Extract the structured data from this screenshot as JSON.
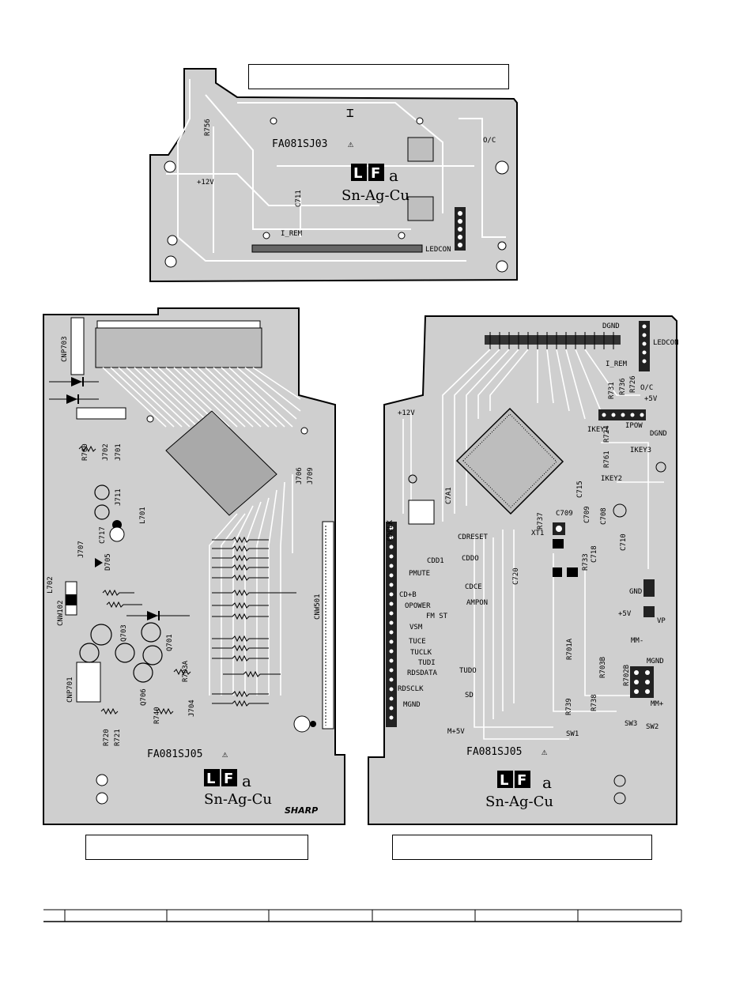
{
  "boards": {
    "top": {
      "part_code": "FA081SJ03",
      "lf_text": "LF",
      "lf_suffix": "a",
      "solder": "Sn-Ag-Cu",
      "labels": [
        "R756",
        "+12V",
        "C711",
        "I_REM",
        "LEDCON",
        "O/C"
      ]
    },
    "left": {
      "part_code": "FA081SJ05",
      "lf_text": "LF",
      "lf_suffix": "a",
      "solder": "Sn-Ag-Cu",
      "brand": "SHARP",
      "labels": [
        "CNP703",
        "R760",
        "J702",
        "J701",
        "J711",
        "L701",
        "C717",
        "J707",
        "D705",
        "L702",
        "CNW102",
        "Q703",
        "Q701",
        "R703A",
        "Q706",
        "CNP701",
        "R740",
        "J704",
        "R720",
        "R721",
        "J706",
        "J709",
        "CNW501"
      ]
    },
    "right": {
      "part_code": "FA081SJ05",
      "lf_text": "LF",
      "lf_suffix": "a",
      "solder": "Sn-Ag-Cu",
      "labels": [
        "DGND",
        "LEDCON",
        "I_REM",
        "O/C",
        "R731",
        "R736",
        "R726",
        "+5V",
        "+12V",
        "IKEY1",
        "IPOW",
        "R724",
        "DGND",
        "IKEY3",
        "R761",
        "IKEY2",
        "C7A1",
        "C715",
        "CDCLK",
        "C709",
        "R737",
        "XT1",
        "C709",
        "C708",
        "CDRESET",
        "CDD1",
        "CDDO",
        "PMUTE",
        "C720",
        "C718",
        "R733",
        "C710",
        "CD+B",
        "CDCE",
        "OPOWER",
        "AMPON",
        "FM ST",
        "GND",
        "VSM",
        "+5V",
        "VP",
        "TUCE",
        "R701A",
        "MM-",
        "TUCLK",
        "TUDI",
        "R703B",
        "MGND",
        "RDSDATA",
        "TUDO",
        "R702B",
        "RDSCLK",
        "MM+",
        "MGND",
        "SD",
        "R739",
        "R738",
        "SW3",
        "SW2",
        "M+5V",
        "SW1"
      ]
    }
  }
}
